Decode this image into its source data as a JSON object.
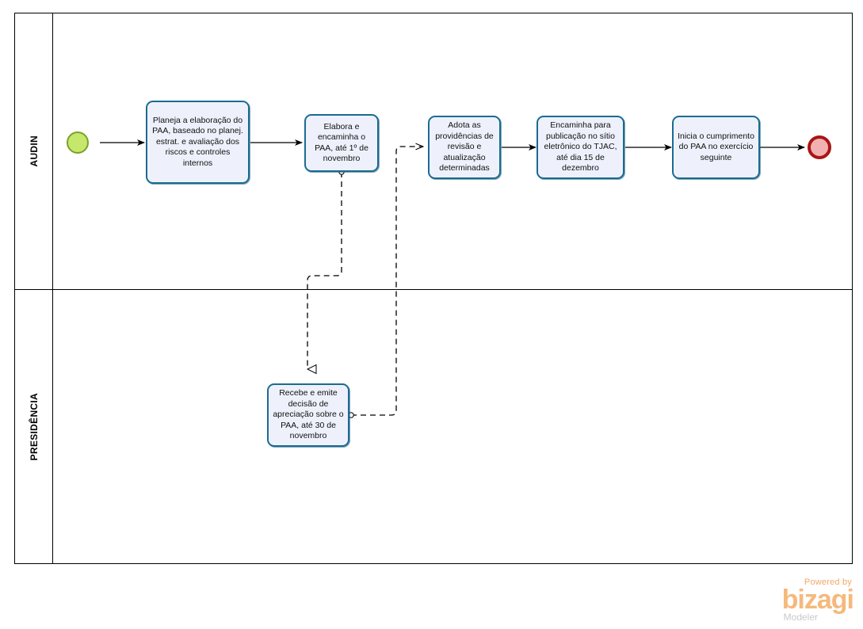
{
  "diagram": {
    "type": "bpmn-process-flow",
    "title": "",
    "pool": {
      "lanes": [
        {
          "id": "audin",
          "label": "AUDIN"
        },
        {
          "id": "presidencia",
          "label": "PRESIDÊNCIA"
        }
      ]
    },
    "colors": {
      "task_fill": "#eef1fb",
      "task_border": "#1a6b92",
      "start_event_fill": "#c5e86c",
      "start_event_border": "#7aa328",
      "end_event_fill": "#f3b0b0",
      "end_event_border": "#a81616",
      "lane_border": "#000000",
      "flow_line": "#000000"
    },
    "events": [
      {
        "id": "start-event",
        "kind": "start",
        "lane": "audin",
        "label": ""
      },
      {
        "id": "end-event",
        "kind": "end",
        "lane": "audin",
        "label": ""
      }
    ],
    "tasks": [
      {
        "id": "task-planeja",
        "lane": "audin",
        "label": "Planeja a elaboração do PAA, baseado no planej. estrat. e avaliação dos riscos e controles internos"
      },
      {
        "id": "task-elabora",
        "lane": "audin",
        "label": "Elabora e encaminha o PAA, até 1º de novembro"
      },
      {
        "id": "task-adota",
        "lane": "audin",
        "label": "Adota as providências de revisão e atualização determinadas"
      },
      {
        "id": "task-encaminha-publicacao",
        "lane": "audin",
        "label": "Encaminha para publicação no sítio eletrônico do TJAC, até dia 15 de dezembro"
      },
      {
        "id": "task-inicia-cumprimento",
        "lane": "audin",
        "label": "Inicia o cumprimento do PAA no exercício seguinte"
      },
      {
        "id": "task-recebe-emite",
        "lane": "presidencia",
        "label": "Recebe e emite decisão de apreciação sobre o PAA, até 30 de novembro"
      }
    ],
    "sequence_flows": [
      {
        "id": "flow-start-planeja",
        "from": "start-event",
        "to": "task-planeja",
        "style": "solid",
        "label": ""
      },
      {
        "id": "flow-planeja-elabora",
        "from": "task-planeja",
        "to": "task-elabora",
        "style": "solid",
        "label": ""
      },
      {
        "id": "flow-adota-encaminha",
        "from": "task-adota",
        "to": "task-encaminha-publicacao",
        "style": "solid",
        "label": ""
      },
      {
        "id": "flow-encaminha-inicia",
        "from": "task-encaminha-publicacao",
        "to": "task-inicia-cumprimento",
        "style": "solid",
        "label": ""
      },
      {
        "id": "flow-inicia-end",
        "from": "task-inicia-cumprimento",
        "to": "end-event",
        "style": "solid",
        "label": ""
      }
    ],
    "message_flows": [
      {
        "id": "msg-elabora-recebe",
        "from": "task-elabora",
        "to": "task-recebe-emite",
        "style": "dashed",
        "label": ""
      },
      {
        "id": "msg-recebe-adota",
        "from": "task-recebe-emite",
        "to": "task-adota",
        "style": "dashed",
        "label": ""
      }
    ]
  },
  "watermark": {
    "powered_by": "Powered by",
    "wordmark": "bizagi",
    "product": "Modeler"
  }
}
